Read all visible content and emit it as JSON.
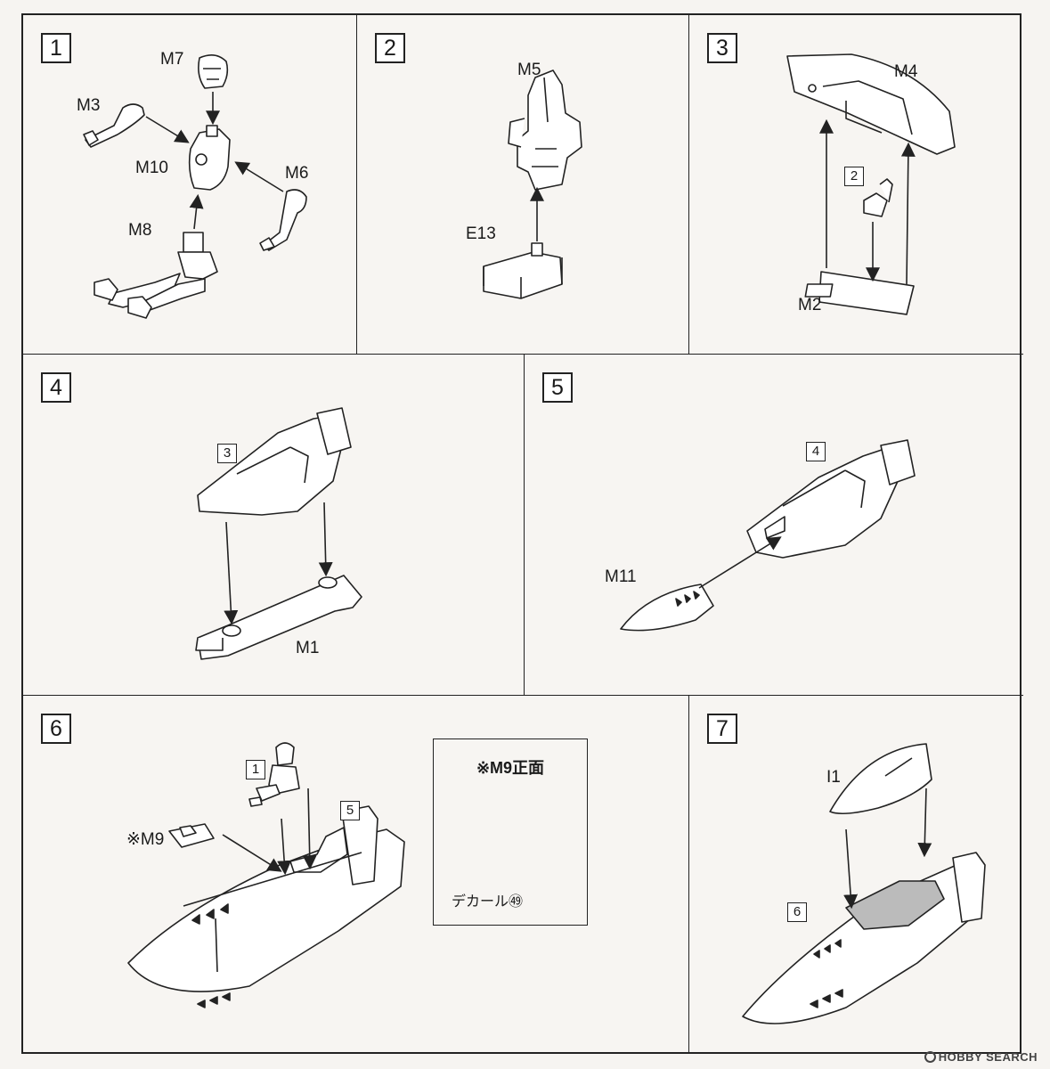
{
  "steps": [
    {
      "number": "1",
      "labels": {
        "m7": "M7",
        "m3": "M3",
        "m10": "M10",
        "m6": "M6",
        "m8": "M8"
      }
    },
    {
      "number": "2",
      "labels": {
        "m5": "M5",
        "e13": "E13"
      }
    },
    {
      "number": "3",
      "labels": {
        "m4": "M4",
        "m2": "M2"
      },
      "ref": "2"
    },
    {
      "number": "4",
      "labels": {
        "m1": "M1"
      },
      "ref": "3"
    },
    {
      "number": "5",
      "labels": {
        "m11": "M11"
      },
      "ref": "4"
    },
    {
      "number": "6",
      "labels": {
        "m9": "※M9"
      },
      "refs": [
        "1",
        "5"
      ],
      "inset": {
        "title": "※M9正面",
        "decal": "デカール㊾"
      }
    },
    {
      "number": "7",
      "labels": {
        "i1": "I1"
      },
      "ref": "6"
    }
  ],
  "watermark": "HOBBY SEARCH"
}
